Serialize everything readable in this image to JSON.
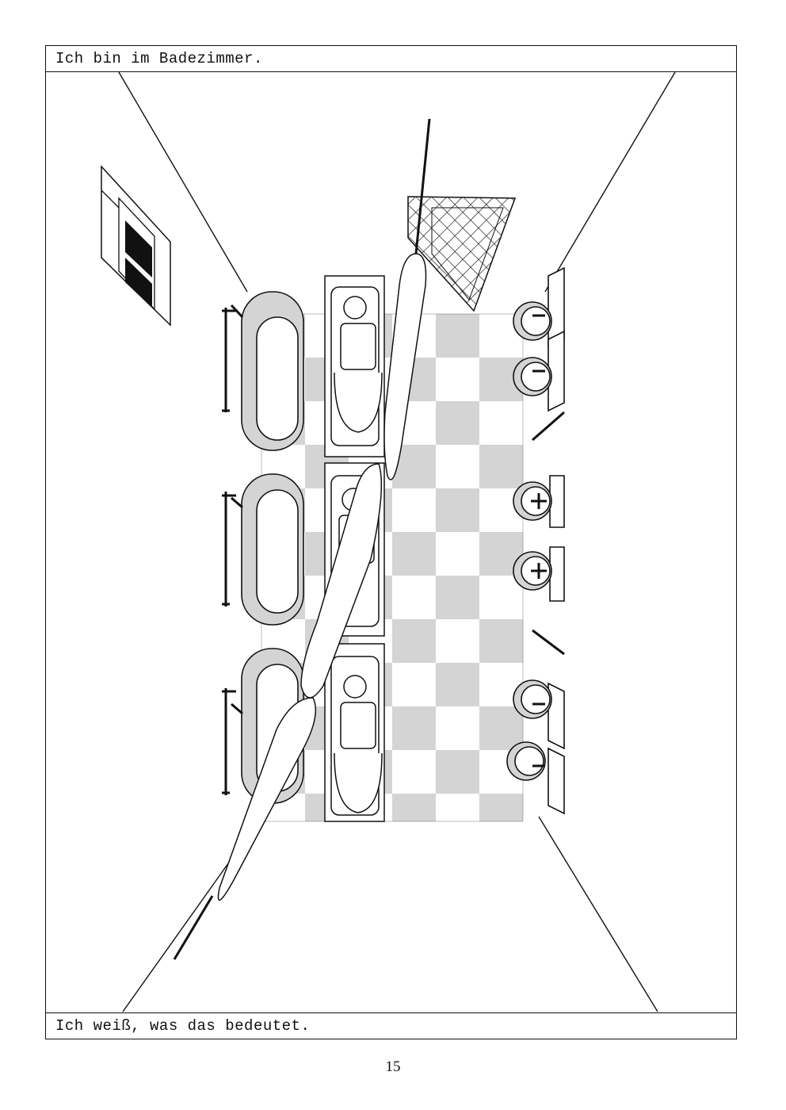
{
  "panel": {
    "caption_top": "Ich bin im Badezimmer.",
    "caption_bottom": "Ich weiß, was das bedeutet."
  },
  "page_number": "15",
  "colors": {
    "ink": "#111111",
    "tile_gray": "#d4d4d4",
    "paper": "#ffffff"
  }
}
